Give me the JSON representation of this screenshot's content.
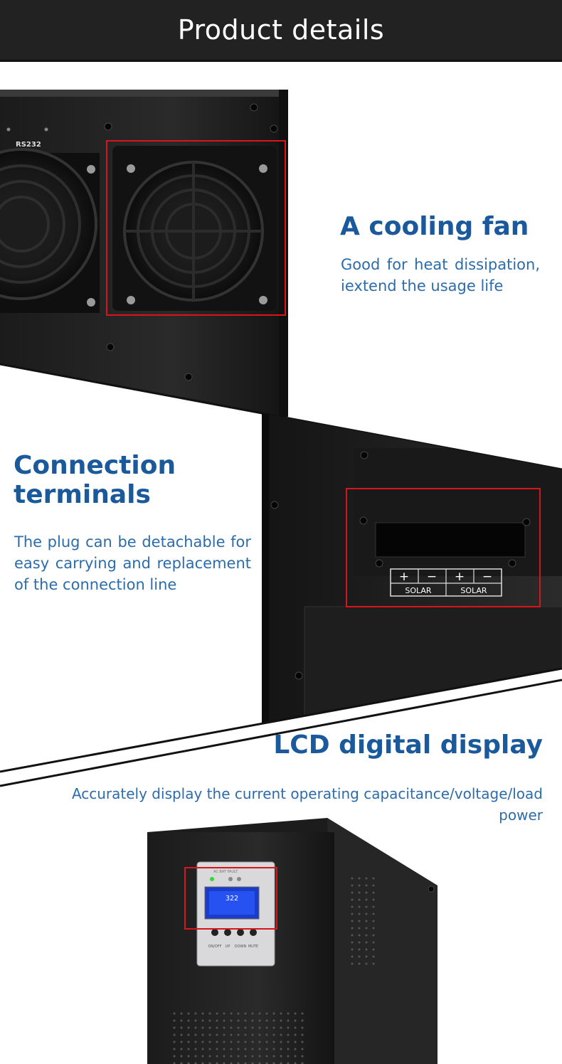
{
  "header": {
    "title": "Product details"
  },
  "sections": {
    "fan": {
      "title": "A cooling fan",
      "line1": "Good for heat dissipation,",
      "line2": "iextend the usage life",
      "port_label": "RS232"
    },
    "terminals": {
      "title_line1": "Connection",
      "title_line2": "terminals",
      "line1": "The plug can be detachable for",
      "line2": "easy carrying and replacement",
      "line3": "of the connection line",
      "solar_plus": "+",
      "solar_minus": "−",
      "solar_label": "SOLAR"
    },
    "lcd": {
      "title": "LCD digital display",
      "line1": "Accurately display the current operating capacitance/voltage/load",
      "line2": "power",
      "panel_status": "AC   BAT FAULT",
      "screen_value": "322",
      "btn_onoff": "ON/OFF",
      "btn_up": "UP",
      "btn_down": "DOWN",
      "btn_mute": "MUTE"
    }
  },
  "colors": {
    "heading": "#1a5a9c",
    "text": "#2c6cab",
    "highlight": "#d9141b",
    "header_bg": "#222222"
  }
}
